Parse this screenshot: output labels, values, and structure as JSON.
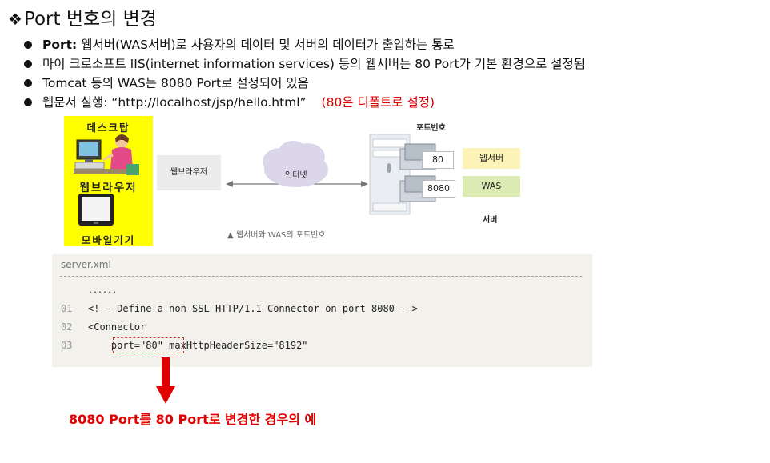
{
  "title": {
    "symbol": "❖",
    "text": "Port 번호의 변경"
  },
  "bullets": [
    {
      "bold": "Port:",
      "text": " 웹서버(WAS서버)로 사용자의 데이터 및 서버의 데이터가 출입하는 통로"
    },
    {
      "text": "마이 크로소프트 IIS(internet information services) 등의 웹서버는 80 Port가 기본 환경으로 설정됨"
    },
    {
      "text": "Tomcat 등의 WAS는 8080 Port로 설정되어 있음"
    },
    {
      "label": "웹문서 실행: ",
      "url": "“http://localhost/jsp/hello.html”",
      "note": "(80은 디폴트로 설정)"
    }
  ],
  "diagram": {
    "desktop_label": "데스크탑",
    "browser_label_yellow": "웹브라우저",
    "mobile_label": "모바일기기",
    "browser_box": "웹브라우저",
    "internet": "인터넷",
    "port_number_label": "포트번호",
    "port_web": "80",
    "port_was": "8080",
    "web_server": "웹서버",
    "was": "WAS",
    "server": "서버",
    "caption": "▲ 웹서버와 WAS의 포트번호"
  },
  "code": {
    "title": "server.xml",
    "ellipsis": "......",
    "lines": [
      {
        "num": "01",
        "text": "<!-- Define a non-SSL HTTP/1.1 Connector on port 8080 -->"
      },
      {
        "num": "02",
        "text": "<Connector"
      },
      {
        "num": "03",
        "text": "    port=\"80\" maxHttpHeaderSize=\"8192\""
      }
    ]
  },
  "result_caption": "8080 Port를 80 Port로 변경한 경우의 예",
  "colors": {
    "accent_red": "#e00000",
    "yellow": "#ffff00",
    "web_box": "#fbf3b8",
    "was_box": "#dcebb4",
    "cloud": "#dcd6ea"
  }
}
